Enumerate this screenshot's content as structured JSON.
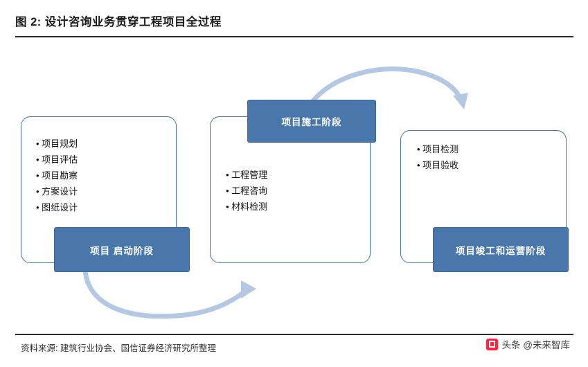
{
  "header": {
    "figure_label": "图 2:",
    "title": "图 2:  设计咨询业务贯穿工程项目全过程"
  },
  "footer": {
    "source": "资料来源: 建筑行业协会、国信证券经济研究所整理",
    "watermark": "头条 @未来智库"
  },
  "diagram": {
    "type": "process-flow",
    "stages": [
      {
        "id": "stage-1",
        "box_label": "项目 启动阶段",
        "bullets": [
          "项目规划",
          "项目评估",
          "项目勘察",
          "方案设计",
          "图纸设计"
        ]
      },
      {
        "id": "stage-2",
        "box_label": "项目施工阶段",
        "bullets": [
          "工程管理",
          "工程咨询",
          "材料检测"
        ]
      },
      {
        "id": "stage-3",
        "box_label": "项目竣工和运营阶段",
        "bullets": [
          "项目检测",
          "项目验收"
        ]
      }
    ],
    "arrows": [
      {
        "from": "stage-1",
        "to": "stage-2",
        "name": "arrow-stage1-to-stage2"
      },
      {
        "from": "stage-2",
        "to": "stage-3",
        "name": "arrow-stage2-to-stage3"
      }
    ],
    "colors": {
      "box_fill": "#4a77ab",
      "card_border": "#4472a8",
      "arrow": "#b4c7e3",
      "rule": "#2b2b2b",
      "watermark_accent": "#ff2442"
    }
  }
}
